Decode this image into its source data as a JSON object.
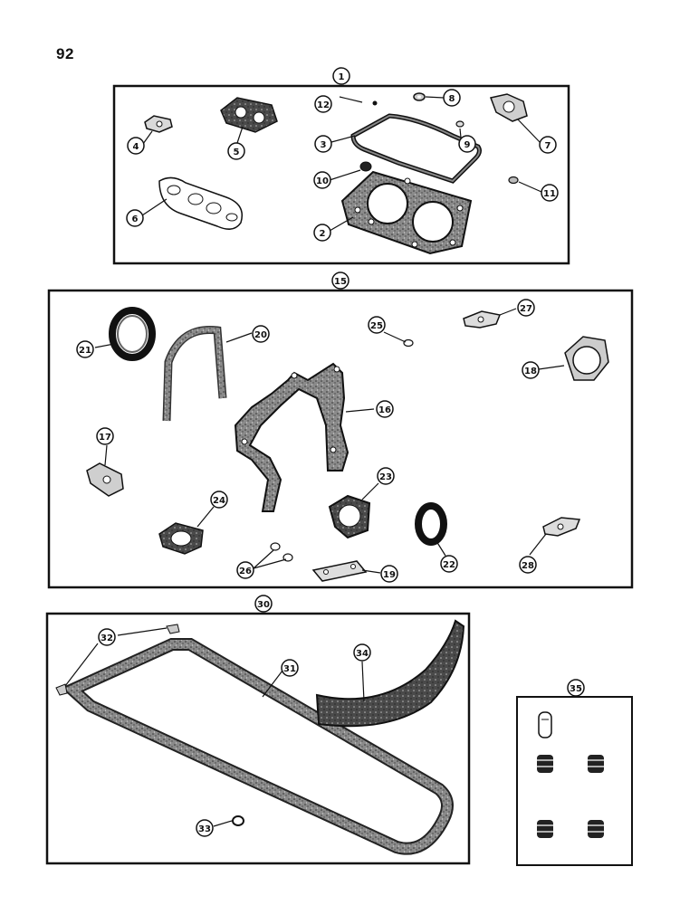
{
  "page_number": "92",
  "groups": [
    {
      "label": "1"
    },
    {
      "label": "15"
    },
    {
      "label": "30"
    },
    {
      "label": "35"
    }
  ],
  "callouts": [
    {
      "label": "2"
    },
    {
      "label": "3"
    },
    {
      "label": "4"
    },
    {
      "label": "5"
    },
    {
      "label": "6"
    },
    {
      "label": "7"
    },
    {
      "label": "8"
    },
    {
      "label": "9"
    },
    {
      "label": "10"
    },
    {
      "label": "11"
    },
    {
      "label": "12"
    },
    {
      "label": "16"
    },
    {
      "label": "17"
    },
    {
      "label": "18"
    },
    {
      "label": "19"
    },
    {
      "label": "20"
    },
    {
      "label": "21"
    },
    {
      "label": "22"
    },
    {
      "label": "23"
    },
    {
      "label": "24"
    },
    {
      "label": "25"
    },
    {
      "label": "26"
    },
    {
      "label": "27"
    },
    {
      "label": "28"
    },
    {
      "label": "31"
    },
    {
      "label": "32"
    },
    {
      "label": "33"
    },
    {
      "label": "34"
    }
  ]
}
